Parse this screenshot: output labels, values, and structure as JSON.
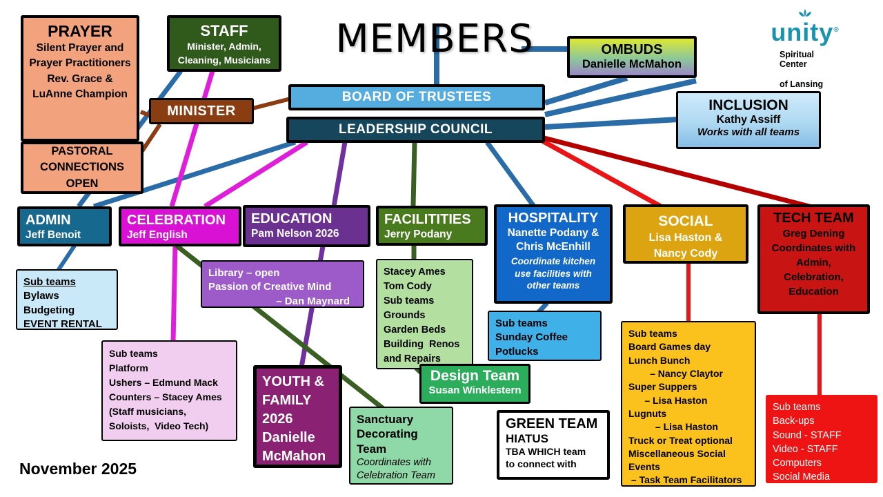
{
  "header": {
    "title": "MEMBERS",
    "date": "November 2025"
  },
  "logo": {
    "word": "unity",
    "registered": "®",
    "sub1": "Spiritual Center",
    "sub2": "of Lansing"
  },
  "colors": {
    "salmon": "#F2A27C",
    "staff_green": "#2F5A1C",
    "minister_brown": "#8B3D12",
    "board_blue": "#55ACDF",
    "council_navy": "#16465C",
    "admin_teal": "#17688E",
    "celebration_magenta": "#D911D4",
    "education_purple": "#6A3191",
    "facilities_green": "#4A7A1E",
    "hospitality_blue": "#1168C8",
    "social_gold": "#DDA411",
    "tech_red": "#C91414",
    "line_blue": "#2A6CA8",
    "line_magenta": "#DE1ED8",
    "line_purple": "#7030A0",
    "line_green": "#3A5F23",
    "line_brown": "#8C3B12",
    "line_red": "#E81416",
    "line_darkred": "#B50000",
    "logo_teal": "#1A93AF"
  },
  "boxes": {
    "prayer": {
      "title": "PRAYER",
      "body1": "Silent Prayer and Prayer Practitioners",
      "body2": "Rev. Grace & LuAnne Champion"
    },
    "pastoral": {
      "text": "PASTORAL CONNECTIONS OPEN"
    },
    "staff": {
      "title": "STAFF",
      "lines": [
        "Minister, Admin,",
        "Cleaning, Musicians"
      ]
    },
    "minister": {
      "title": "MINISTER"
    },
    "board": {
      "title": "BOARD OF TRUSTEES"
    },
    "council": {
      "title": "LEADERSHIP COUNCIL"
    },
    "ombuds": {
      "title": "OMBUDS",
      "name": "Danielle McMahon"
    },
    "inclusion": {
      "title": "INCLUSION",
      "name": "Kathy Assiff",
      "note": "Works with all teams"
    },
    "admin": {
      "title": "ADMIN",
      "name": "Jeff Benoit"
    },
    "celebration": {
      "title": "CELEBRATION",
      "name": "Jeff English"
    },
    "education": {
      "title": "EDUCATION",
      "name": "Pam Nelson 2026"
    },
    "facilities": {
      "title": "FACILITITIES",
      "name": "Jerry Podany"
    },
    "hospitality": {
      "title": "HOSPITALITY",
      "names": [
        "Nanette Podany &",
        "Chris McEnhill"
      ],
      "note": "Coordinate kitchen use facilities with other teams"
    },
    "social": {
      "title": "SOCIAL",
      "names": [
        "Lisa Haston &",
        "Nancy Cody"
      ]
    },
    "tech": {
      "title": "TECH TEAM",
      "lines": [
        "Greg Dening",
        "Coordinates with",
        "Admin,",
        "Celebration,",
        "Education"
      ]
    },
    "admin_sub": {
      "lines": [
        "Sub teams",
        "Bylaws",
        "Budgeting",
        "EVENT RENTAL"
      ]
    },
    "library": {
      "lines": [
        "Library – open",
        "Passion of Creative Mind",
        "– Dan Maynard"
      ]
    },
    "facilities_sub": {
      "lines": [
        "Stacey Ames",
        "Tom Cody",
        "Sub teams",
        "Grounds",
        "Garden Beds",
        "Building  Renos",
        "and Repairs"
      ]
    },
    "hospitality_sub": {
      "lines": [
        "Sub teams",
        "Sunday Coffee",
        "Potlucks"
      ]
    },
    "social_sub": {
      "lines": [
        "Sub teams",
        "Board Games day",
        "Lunch Bunch",
        "        – Nancy Claytor",
        "Super Suppers",
        "      – Lisa Haston",
        "Lugnuts",
        "          – Lisa Haston",
        "Truck or Treat optional",
        "Miscellaneous Social",
        "Events",
        " – Task Team Facilitators"
      ]
    },
    "celebration_sub": {
      "lines": [
        "Sub teams",
        "Platform",
        "Ushers – Edmund Mack",
        "Counters – Stacey Ames",
        "(Staff musicians,",
        "Soloists,  Video Tech)"
      ]
    },
    "youth": {
      "lines": [
        "YOUTH &",
        "FAMILY",
        "2026",
        "Danielle",
        "McMahon"
      ]
    },
    "design": {
      "title": "Design Team",
      "name": "Susan Winklestern"
    },
    "sanctuary": {
      "lines": [
        "Sanctuary",
        "Decorating",
        "Team",
        "Coordinates with",
        "Celebration Team"
      ]
    },
    "green_team": {
      "lines": [
        "GREEN TEAM",
        "HIATUS",
        "TBA WHICH team",
        "to connect with"
      ]
    },
    "tech_sub": {
      "lines": [
        "Sub teams",
        "Back-ups",
        "Sound - STAFF",
        "Video - STAFF",
        "Computers",
        "Social Media"
      ]
    }
  }
}
